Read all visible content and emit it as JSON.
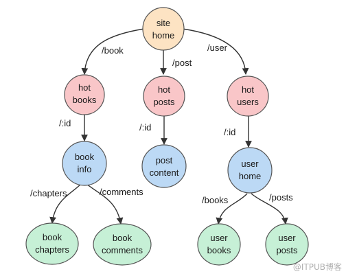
{
  "colors": {
    "root": "#fde3c3",
    "level1": "#f9c6c8",
    "level2": "#bcd9f5",
    "leaf": "#c6f0d6",
    "edge": "#333333",
    "outline": "#555555"
  },
  "nodes": {
    "site_home": [
      "site",
      "home"
    ],
    "hot_books": [
      "hot",
      "books"
    ],
    "hot_posts": [
      "hot",
      "posts"
    ],
    "hot_users": [
      "hot",
      "users"
    ],
    "book_info": [
      "book",
      "info"
    ],
    "post_content": [
      "post",
      "content"
    ],
    "user_home": [
      "user",
      "home"
    ],
    "book_chapters": [
      "book",
      "chapters"
    ],
    "book_comments": [
      "book",
      "comments"
    ],
    "user_books": [
      "user",
      "books"
    ],
    "user_posts": [
      "user",
      "posts"
    ]
  },
  "edges": {
    "book": "/book",
    "post": "/post",
    "user": "/user",
    "hot_books_id": "/:id",
    "hot_posts_id": "/:id",
    "hot_users_id": "/:id",
    "chapters": "/chapters",
    "comments": "/comments",
    "user_books": "/books",
    "user_posts": "/posts"
  },
  "watermark": "@ITPUB博客"
}
